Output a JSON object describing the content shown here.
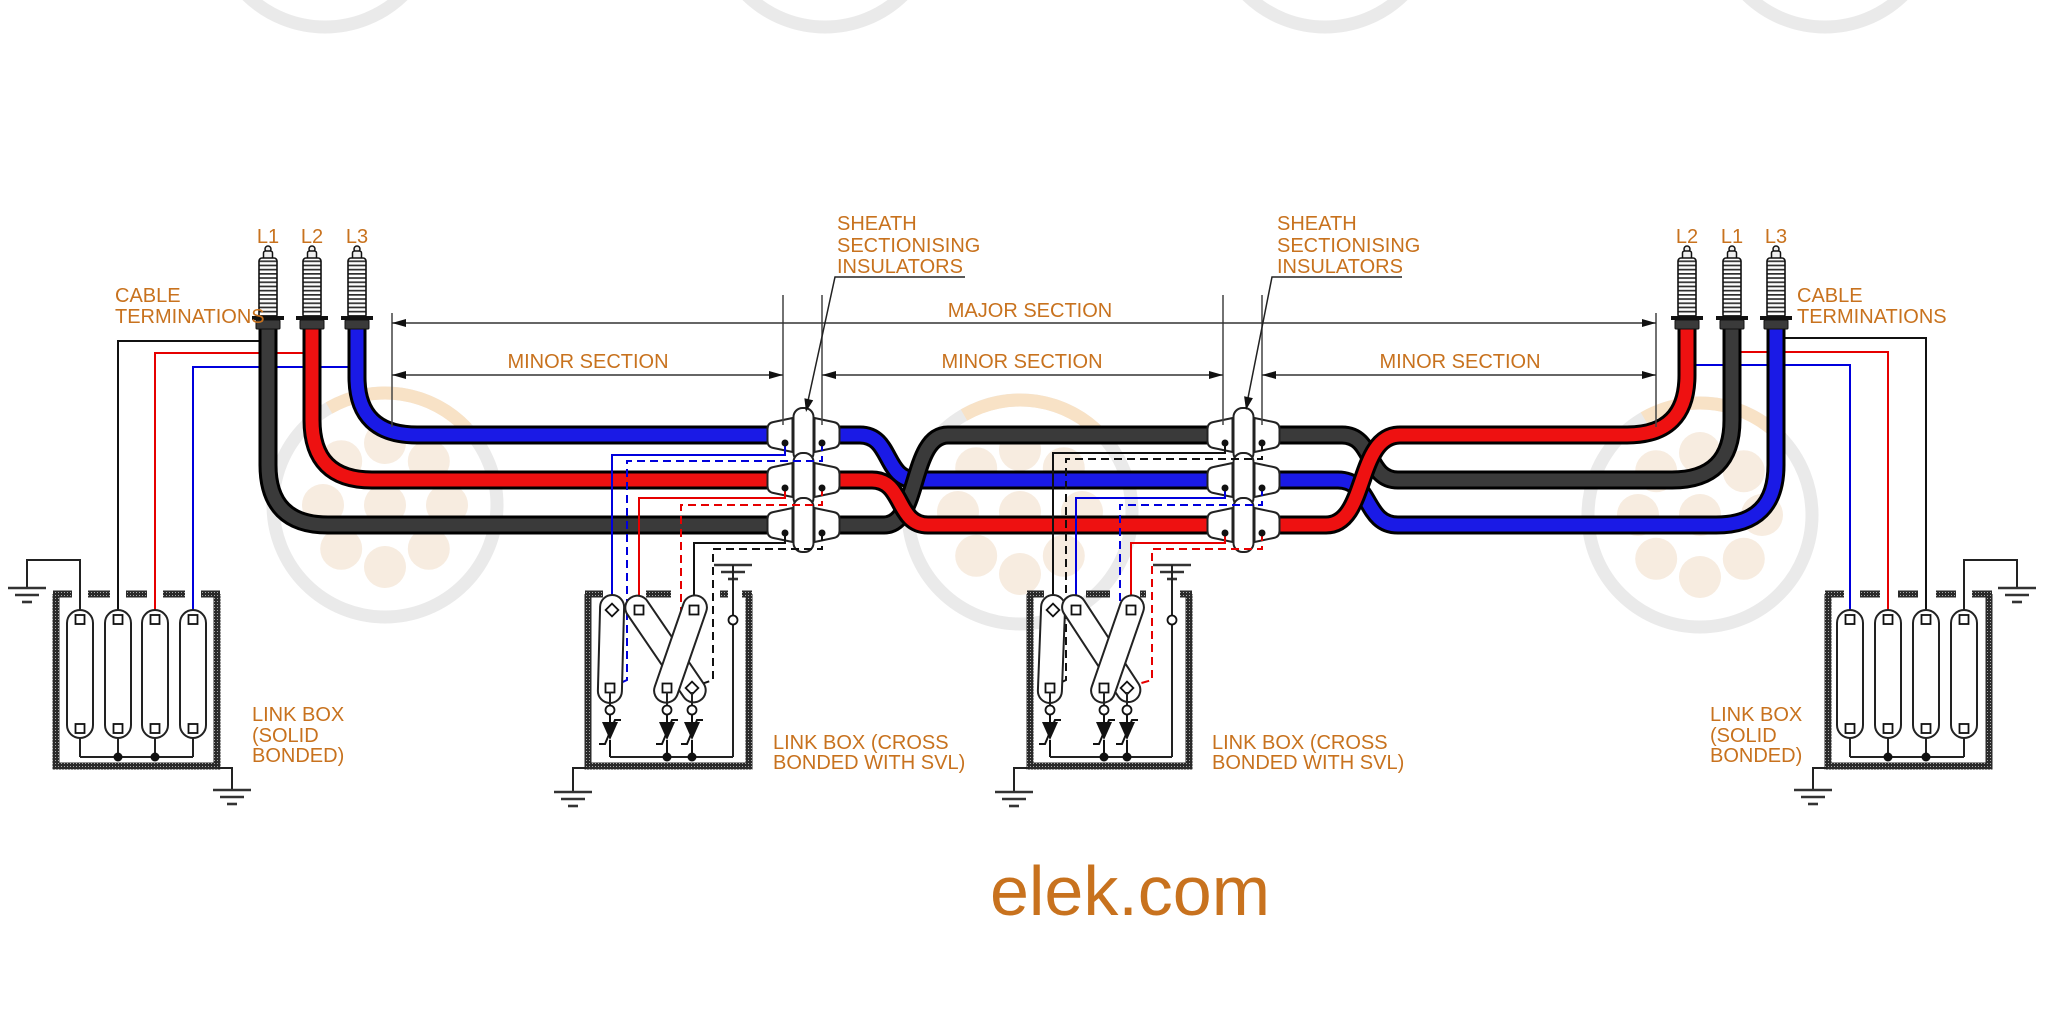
{
  "diagram": {
    "phases_left": [
      "L1",
      "L2",
      "L3"
    ],
    "phases_right": [
      "L2",
      "L1",
      "L3"
    ],
    "cable_terminations": [
      "CABLE",
      "TERMINATIONS"
    ],
    "sheath_insulators": [
      "SHEATH",
      "SECTIONISING",
      "INSULATORS"
    ],
    "major_section": "MAJOR SECTION",
    "minor_section": "MINOR SECTION",
    "link_box_solid": [
      "LINK BOX",
      "(SOLID",
      "BONDED)"
    ],
    "link_box_cross": [
      "LINK BOX (CROSS",
      "BONDED WITH SVL)"
    ],
    "logo": "elek.com",
    "colors": {
      "accent": "#C8721E",
      "cable_black_core": "#3A3A3A",
      "cable_red_core": "#EE1111",
      "cable_blue_core": "#1A1AE6",
      "wire_black": "#111111",
      "wire_red": "#E60000",
      "wire_blue": "#0000DD",
      "watermark_ring": "#EAEAEA",
      "watermark_dot": "#F7ECE0",
      "watermark_arc": "#F8E2C6"
    }
  }
}
